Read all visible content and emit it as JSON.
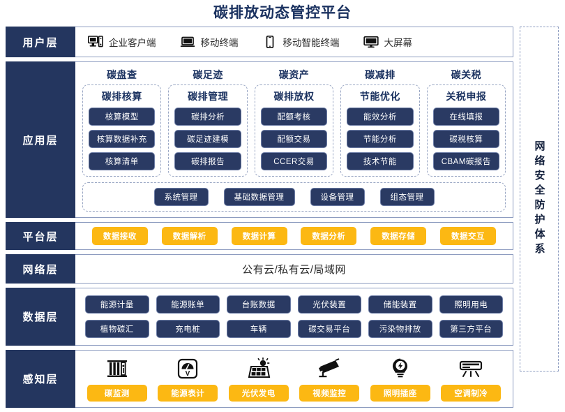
{
  "title": "碳排放动态管控平台",
  "security_band": {
    "label": "网络安全防护体系"
  },
  "layers": {
    "user": {
      "label": "用户层",
      "items": [
        {
          "icon": "desktop-tower-icon",
          "label": "企业客户端"
        },
        {
          "icon": "laptop-icon",
          "label": "移动终端"
        },
        {
          "icon": "smartphone-icon",
          "label": "移动智能终端"
        },
        {
          "icon": "monitor-icon",
          "label": "大屏幕"
        }
      ]
    },
    "application": {
      "label": "应用层",
      "groups": [
        {
          "title": "碳盘查",
          "subtitle": "碳排核算",
          "items": [
            "核算模型",
            "核算数据补充",
            "核算清单"
          ]
        },
        {
          "title": "碳足迹",
          "subtitle": "碳排管理",
          "items": [
            "碳排分析",
            "碳足迹建模",
            "碳排报告"
          ]
        },
        {
          "title": "碳资产",
          "subtitle": "碳排放权",
          "items": [
            "配额考核",
            "配额交易",
            "CCER交易"
          ]
        },
        {
          "title": "碳减排",
          "subtitle": "节能优化",
          "items": [
            "能效分析",
            "节能分析",
            "技术节能"
          ]
        },
        {
          "title": "碳关税",
          "subtitle": "关税申报",
          "items": [
            "在线填报",
            "碳税核算",
            "CBAM碳报告"
          ]
        }
      ],
      "management": [
        "系统管理",
        "基础数据管理",
        "设备管理",
        "组态管理"
      ]
    },
    "platform": {
      "label": "平台层",
      "items": [
        "数据接收",
        "数据解析",
        "数据计算",
        "数据分析",
        "数据存储",
        "数据交互"
      ]
    },
    "network": {
      "label": "网络层",
      "text": "公有云/私有云/局域网"
    },
    "data": {
      "label": "数据层",
      "row1": [
        "能源计量",
        "能源账单",
        "台账数据",
        "光伏装置",
        "储能装置",
        "照明用电"
      ],
      "row2": [
        "植物碳汇",
        "充电桩",
        "车辆",
        "碳交易平台",
        "污染物排放",
        "第三方平台"
      ]
    },
    "sense": {
      "label": "感知层",
      "items": [
        {
          "icon": "carbon-monitor-icon",
          "label": "碳监测"
        },
        {
          "icon": "energy-meter-icon",
          "label": "能源表计"
        },
        {
          "icon": "solar-panel-icon",
          "label": "光伏发电"
        },
        {
          "icon": "cctv-camera-icon",
          "label": "视频监控"
        },
        {
          "icon": "light-bulb-icon",
          "label": "照明插座"
        },
        {
          "icon": "air-conditioner-icon",
          "label": "空调制冷"
        }
      ]
    }
  },
  "colors": {
    "navy": "#24365f",
    "pill_navy": "#2a3a63",
    "yellow": "#fcb813",
    "title": "#1b3260",
    "border": "#8d9cc0"
  }
}
